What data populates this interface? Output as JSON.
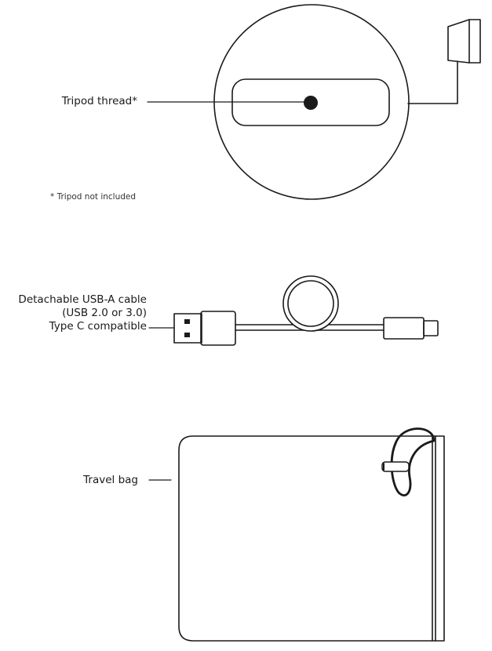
{
  "labels": {
    "tripod_thread": "Tripod thread*",
    "footnote": "* Tripod not included",
    "cable_line1": "Detachable USB-A cable",
    "cable_line2": "(USB 2.0 or 3.0)",
    "cable_line3": "Type C compatible",
    "travel_bag": "Travel bag"
  },
  "colors": {
    "stroke": "#1a1a1a",
    "background": "#ffffff"
  }
}
